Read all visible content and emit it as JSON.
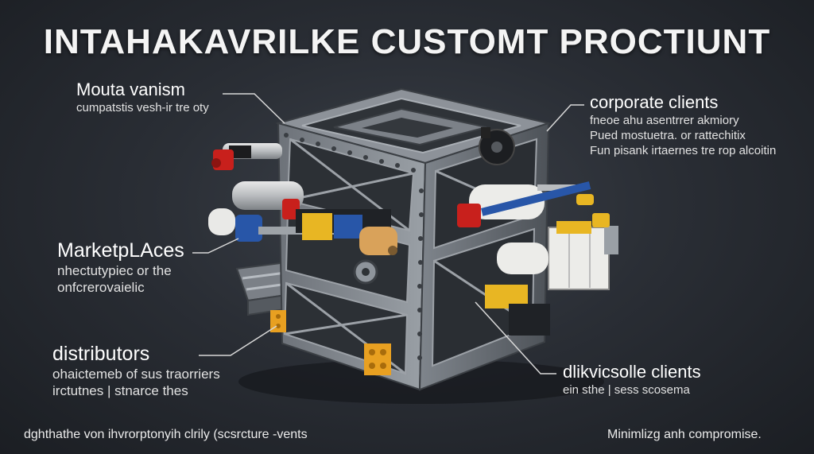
{
  "title": "INTAHAKAVRILKE CUSTOMT PROCTIUNT",
  "labels": {
    "top_left": {
      "heading": "Mouta vanism",
      "line1": "cumpatstis vesh-ir tre oty"
    },
    "mid_left": {
      "heading": "MarketpLAces",
      "line1": "nhectutypiec or the",
      "line2": "onfcrerovaielic"
    },
    "bottom_left": {
      "heading": "distributors",
      "line1": "ohaictemeb of sus traorriers",
      "line2": "irctutnes | stnarce thes"
    },
    "top_right": {
      "heading": "corporate clients",
      "line1": "fneoe ahu asentrrer akmiory",
      "line2": "Pued mostuetra. or rattechitix",
      "line3": "Fun pisank irtaernes tre rop alcoitin"
    },
    "bottom_right": {
      "heading": "dlikvicsolle clients",
      "line1": "ein sthe | sess scosema"
    }
  },
  "footer": {
    "left": "dghthathe von ihvrorptonyih clrily (scsrcture -vents",
    "right": "Minimlizg anh compromise."
  },
  "colors": {
    "frame": "#8e949b",
    "frame_dark": "#5c6168",
    "accent_red": "#c8201c",
    "accent_yellow": "#e8b623",
    "accent_blue": "#2856a8",
    "accent_orange": "#d9a25a"
  }
}
